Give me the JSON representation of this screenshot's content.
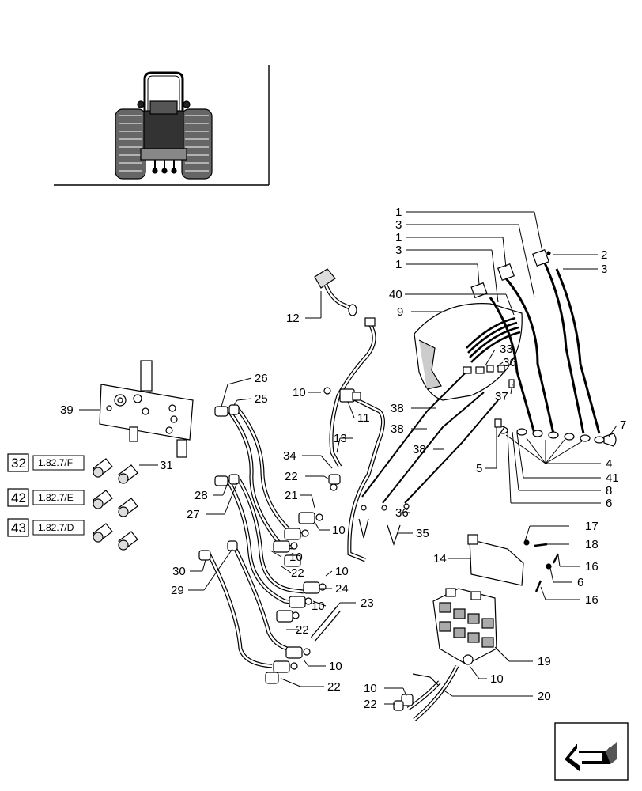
{
  "callouts": {
    "c1a": "1",
    "c3a": "3",
    "c1b": "1",
    "c3b": "3",
    "c1c": "1",
    "c2": "2",
    "c3r": "3",
    "c40": "40",
    "c9": "9",
    "c12": "12",
    "c33": "33",
    "c36a": "36",
    "c37": "37",
    "c7": "7",
    "c26": "26",
    "c25": "25",
    "c10a": "10",
    "c11": "11",
    "c13": "13",
    "c39": "39",
    "c38a": "38",
    "c38b": "38",
    "c38c": "38",
    "c5": "5",
    "c4": "4",
    "c41": "41",
    "c8": "8",
    "c6a": "6",
    "c34": "34",
    "c31": "31",
    "c22a": "22",
    "c28": "28",
    "c21": "21",
    "c10b": "10",
    "c36b": "36",
    "c35": "35",
    "c27": "27",
    "c10c": "10",
    "c17": "17",
    "c18": "18",
    "c14": "14",
    "c16a": "16",
    "c6b": "6",
    "c16b": "16",
    "c30": "30",
    "c22b": "22",
    "c10d": "10",
    "c24": "24",
    "c29": "29",
    "c10e": "10",
    "c23": "23",
    "c22c": "22",
    "c10f": "10",
    "c19": "19",
    "c10g": "10",
    "c22d": "22",
    "c10h": "10",
    "c20": "20",
    "c22e": "22"
  },
  "references": [
    {
      "number": "32",
      "code": "1.82.7/F"
    },
    {
      "number": "42",
      "code": "1.82.7/E"
    },
    {
      "number": "43",
      "code": "1.82.7/D"
    }
  ],
  "icons": {
    "inset": "tractor-rear-view-icon",
    "navigation": "previous-page-arrow-icon"
  }
}
